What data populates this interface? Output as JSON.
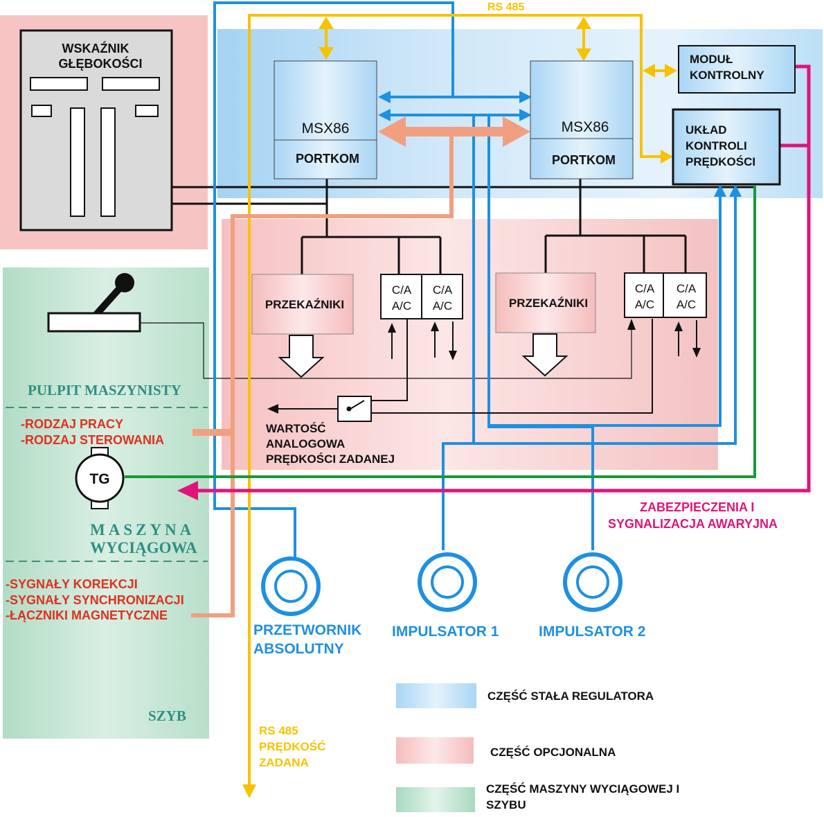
{
  "bus": {
    "rs485_top": "RS 485"
  },
  "depth_indicator": {
    "title_1": "WSKAŹNIK",
    "title_2": "GŁĘBOKOŚCI"
  },
  "controllers": [
    {
      "cpu": "MSX86",
      "port": "PORTKOM"
    },
    {
      "cpu": "MSX86",
      "port": "PORTKOM"
    }
  ],
  "control_module": {
    "line_1": "MODUŁ",
    "line_2": "KONTROLNY"
  },
  "speed_control": {
    "line_1": "UKŁAD",
    "line_2": "KONTROLI",
    "line_3": "PRĘDKOŚCI"
  },
  "relays": [
    "PRZEKAŹNIKI",
    "PRZEKAŹNIKI"
  ],
  "converters": [
    "C/A",
    "A/C",
    "C/A",
    "A/C",
    "C/A",
    "A/C",
    "C/A",
    "A/C"
  ],
  "analog": {
    "line_1": "WARTOŚĆ",
    "line_2": "ANALOGOWA",
    "line_3": "PRĘDKOŚCI ZADANEJ"
  },
  "console": {
    "title": "PULPIT MASZYNISTY",
    "item_1": "-RODZAJ PRACY",
    "item_2": "-RODZAJ STEROWANIA"
  },
  "machine": {
    "tg": "TG",
    "title_1": "MASZYNA",
    "title_2": "WYCIĄGOWA"
  },
  "shaft_signals": {
    "item_1": "-SYGNAŁY KOREKCJI",
    "item_2": "-SYGNAŁY SYNCHRONIZACJI",
    "item_3": "-ŁĄCZNIKI MAGNETYCZNE"
  },
  "shaft": {
    "title": "SZYB"
  },
  "protection": {
    "line_1": "ZABEZPIECZENIA I",
    "line_2": "SYGNALIZACJA AWARYJNA"
  },
  "sensors": {
    "absolute_1": "PRZETWORNIK",
    "absolute_2": "ABSOLUTNY",
    "impulsator_1": "IMPULSATOR 1",
    "impulsator_2": "IMPULSATOR 2"
  },
  "rs485_bottom": {
    "line_1": "RS 485",
    "line_2": "PRĘDKOŚĆ",
    "line_3": "ZADANA"
  },
  "legend": {
    "fixed": "CZĘŚĆ STAŁA REGULATORA",
    "optional": "CZĘŚĆ OPCJONALNA",
    "machine_1": "CZĘŚĆ MASZYNY WYCIĄGOWEJ I",
    "machine_2": "SZYBU"
  },
  "colors": {
    "blue_line": "#1E90E0",
    "yellow_line": "#F7C200",
    "salmon_line": "#F0A080",
    "magenta_line": "#E0147A",
    "green_line": "#159A3A",
    "red_text": "#E0301E",
    "teal_text": "#2F8F84"
  }
}
